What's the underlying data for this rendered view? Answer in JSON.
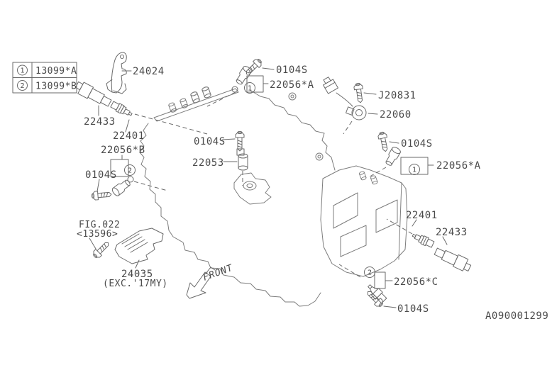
{
  "diagram": {
    "code": "A090001299",
    "front": "FRONT",
    "line_color": "#6a6a6a",
    "text_color": "#4a4a4a",
    "legend": [
      {
        "num": "1",
        "part": "13099*A"
      },
      {
        "num": "2",
        "part": "13099*B"
      }
    ],
    "callouts": {
      "circle1": "1",
      "circle2": "2",
      "c24024": "24024",
      "c22433_left": "22433",
      "c22401_left": "22401",
      "c22056b": "22056*B",
      "c0104s_left": "0104S",
      "cfig022": "FIG.022",
      "cfig022_ref": "<13596>",
      "c24035": "24035",
      "c24035_note": "(EXC.'17MY)",
      "c0104s_top": "0104S",
      "c22056a_top": "22056*A",
      "c0104s_mid": "0104S",
      "c22053": "22053",
      "cJ20831": "J20831",
      "c22060": "22060",
      "c0104s_right": "0104S",
      "c22056a_right": "22056*A",
      "c22401_right": "22401",
      "c22433_right": "22433",
      "c22056c": "22056*C",
      "c0104s_bottom": "0104S"
    }
  }
}
